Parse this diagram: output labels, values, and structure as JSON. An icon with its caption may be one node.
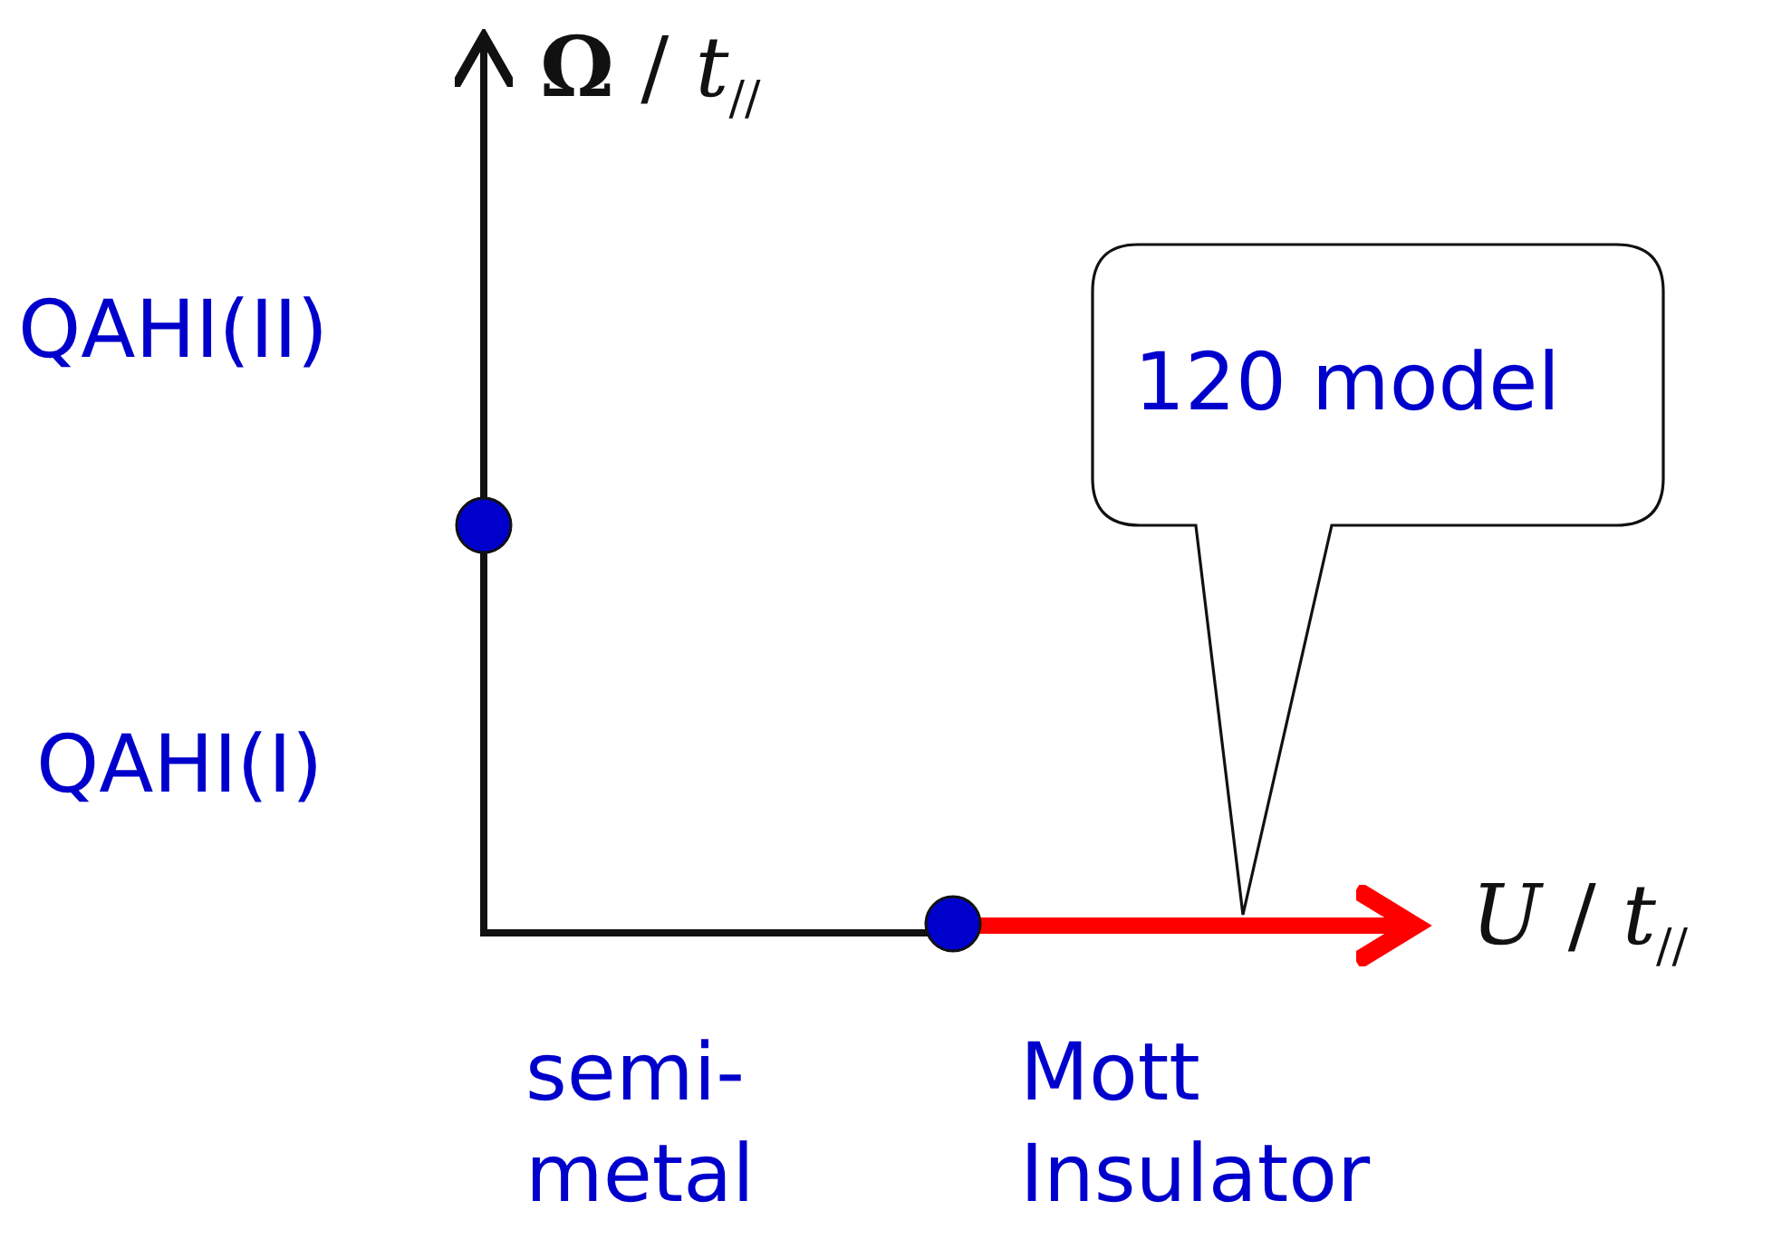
{
  "diagram": {
    "nodes": [
      {
        "text": [
          "120 model"
        ]
      }
    ],
    "labels": [
      "**Ω** / *t*$_{//}$",
      "QAHI(II)",
      "QAHI(I)",
      "*U* / *t*$_{//}$",
      "semi-metal",
      "Mott Insulator"
    ]
  }
}
